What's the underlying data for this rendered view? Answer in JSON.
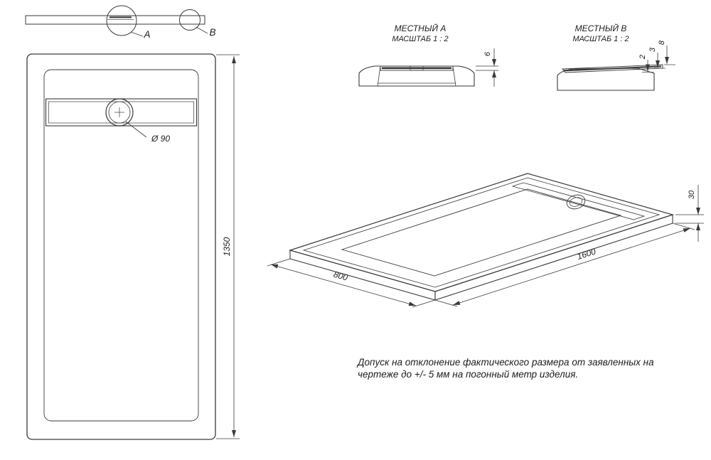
{
  "colors": {
    "line": "#3a3a3a",
    "background": "#ffffff"
  },
  "section_view": {
    "detail_a_label": "A",
    "detail_b_label": "B"
  },
  "front_view": {
    "drain_diameter_label": "Ø 90",
    "height_dim": "1350"
  },
  "detail_a": {
    "title": "МЕСТНЫЙ A",
    "scale": "МАСШТАБ 1 : 2",
    "thickness_dim": "6"
  },
  "detail_b": {
    "title": "МЕСТНЫЙ B",
    "scale": "МАСШТАБ 1 : 2",
    "dim_top": "8",
    "dim_mid": "3",
    "dim_bottom": "2"
  },
  "iso_view": {
    "length_dim": "1600",
    "width_dim": "800",
    "height_dim": "30"
  },
  "note": {
    "line1": "Допуск на отклонение фактического размера от заявленных на",
    "line2": "чертеже до +/- 5 мм на погонный метр изделия."
  }
}
